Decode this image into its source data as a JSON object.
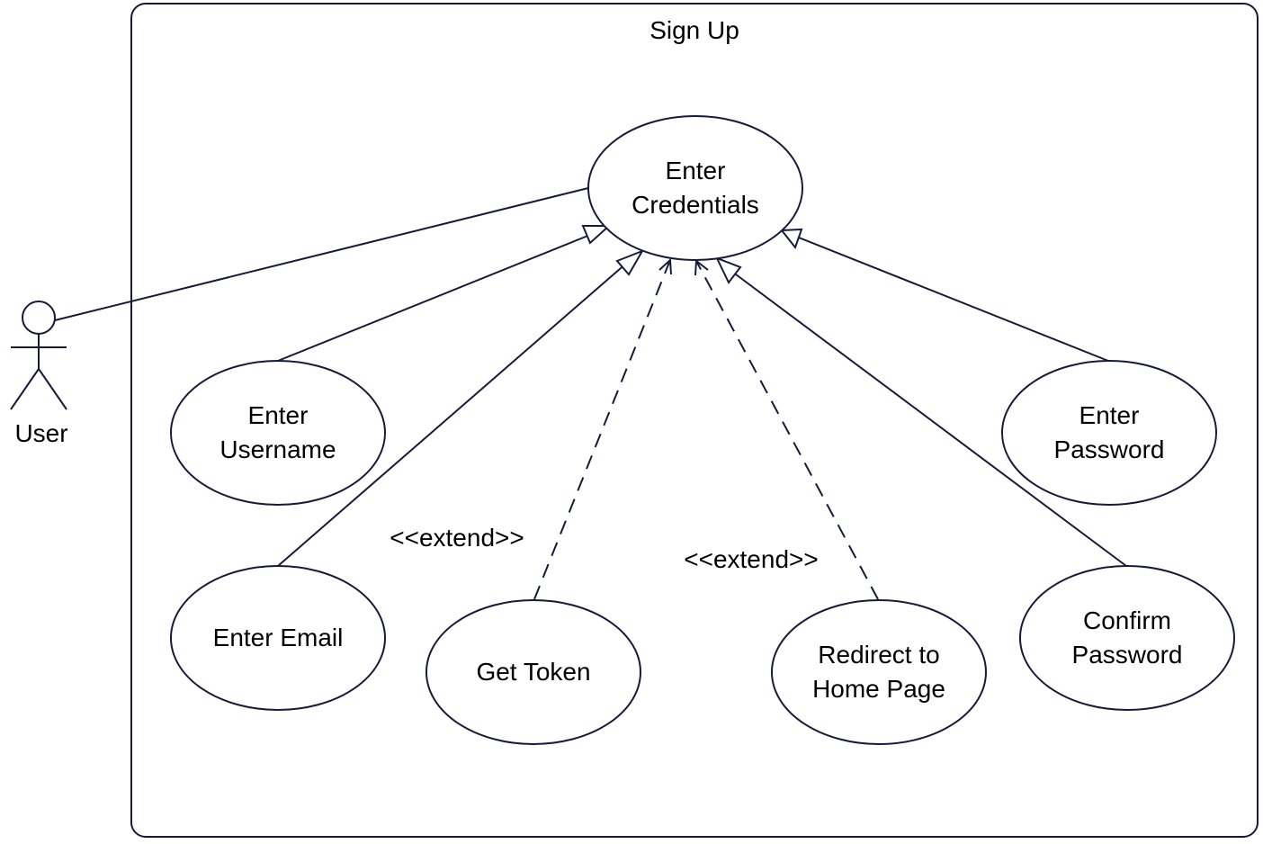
{
  "colors": {
    "stroke": "#161b3a",
    "text": "#000000",
    "background": "#ffffff"
  },
  "system": {
    "title": "Sign Up"
  },
  "actor": {
    "label": "User"
  },
  "use_cases": {
    "enter_credentials": {
      "lines": [
        "Enter",
        "Credentials"
      ]
    },
    "enter_username": {
      "lines": [
        "Enter",
        "Username"
      ]
    },
    "enter_email": {
      "lines": [
        "Enter Email"
      ]
    },
    "get_token": {
      "lines": [
        "Get Token"
      ]
    },
    "redirect_home": {
      "lines": [
        "Redirect to",
        "Home Page"
      ]
    },
    "confirm_password": {
      "lines": [
        "Confirm",
        "Password"
      ]
    },
    "enter_password": {
      "lines": [
        "Enter",
        "Password"
      ]
    }
  },
  "relations": {
    "extend_label": "<<extend>>"
  }
}
